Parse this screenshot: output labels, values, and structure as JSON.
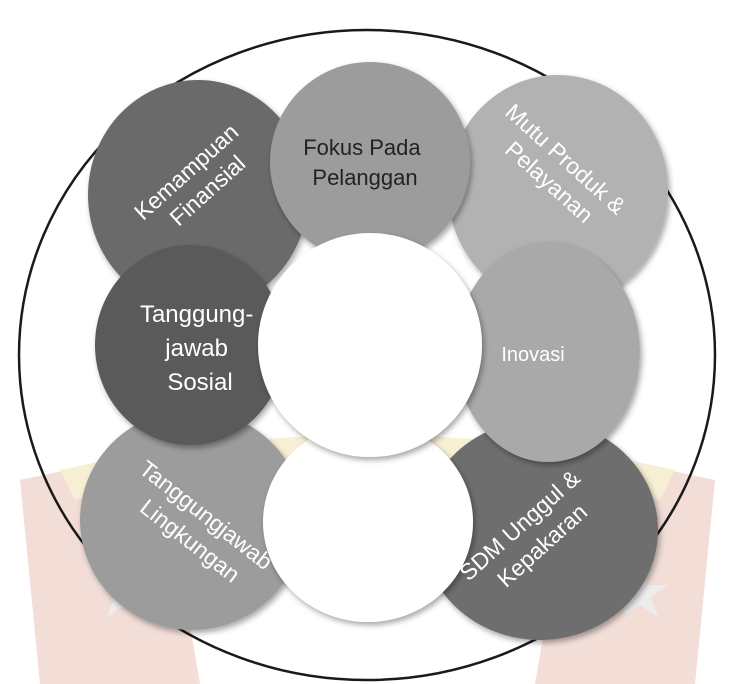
{
  "diagram": {
    "center_label": "",
    "nodes": [
      {
        "id": "kemampuan",
        "lines": [
          "Kemampuan",
          "Finansial"
        ],
        "fill": "#6a6a6a"
      },
      {
        "id": "fokus",
        "lines": [
          "Fokus Pada",
          "Pelanggan"
        ],
        "fill": "#9c9c9c",
        "text_color": "#222222"
      },
      {
        "id": "mutu",
        "lines": [
          "Mutu Produk &",
          "Pelayanan"
        ],
        "fill": "#b2b2b2"
      },
      {
        "id": "tanggungjawab-sosial",
        "lines": [
          "Tanggung-",
          "jawab",
          "Sosial"
        ],
        "fill": "#5a5a5a"
      },
      {
        "id": "inovasi",
        "lines": [
          "Inovasi"
        ],
        "fill": "#a9a9a9"
      },
      {
        "id": "lingkungan",
        "lines": [
          "Tanggungjawab",
          "Lingkungan"
        ],
        "fill": "#9c9c9c"
      },
      {
        "id": "sdm",
        "lines": [
          "SDM Unggul &",
          "Kepakaran"
        ],
        "fill": "#6e6e6e"
      },
      {
        "id": "bottom-empty",
        "lines": [],
        "fill": "#ffffff"
      }
    ]
  },
  "colors": {
    "outline": "#1a1a1a",
    "watermark_red": "#d8a39a",
    "watermark_gold": "#f2e3b0"
  }
}
